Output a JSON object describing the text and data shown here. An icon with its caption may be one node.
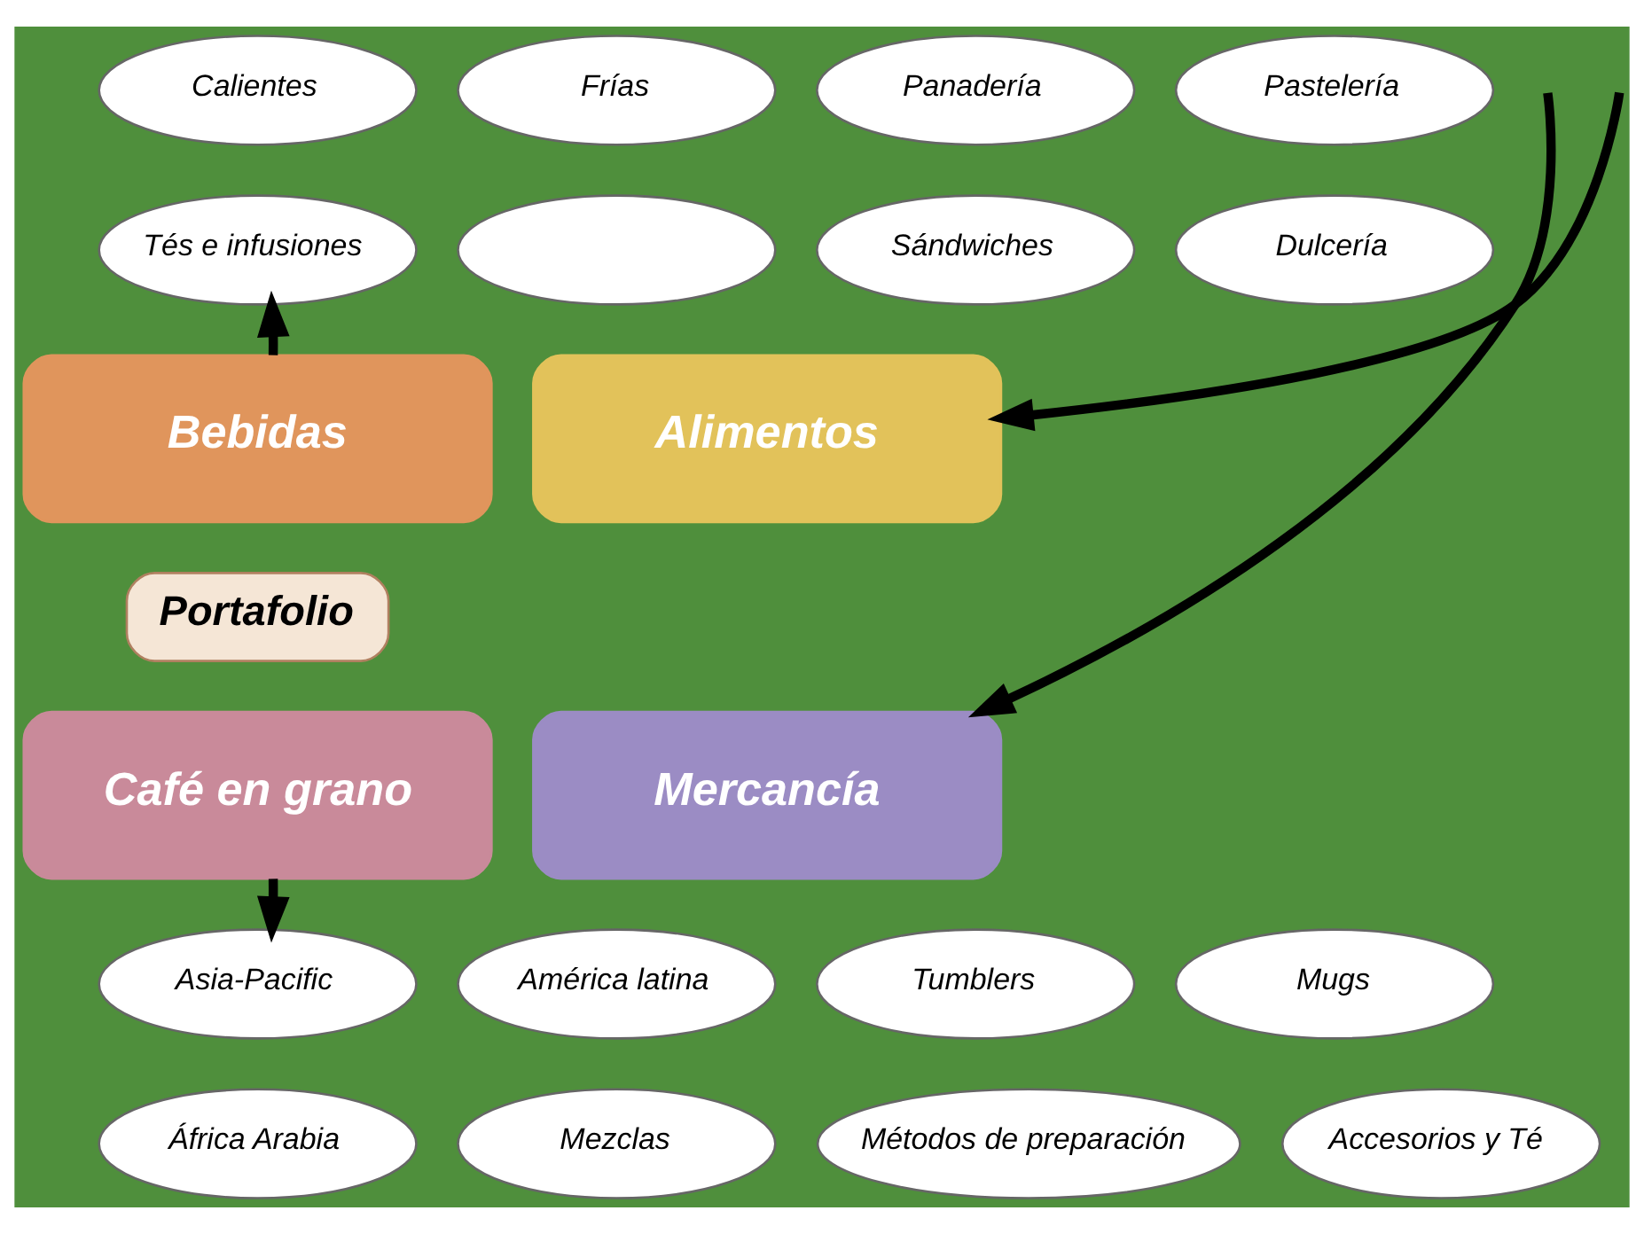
{
  "diagram": {
    "nodes": [
      {
        "text": [
          "Calientes"
        ]
      },
      {
        "text": [
          "Frías"
        ]
      },
      {
        "text": [
          "Panadería"
        ]
      },
      {
        "text": [
          "Pastelería"
        ]
      },
      {
        "text": [
          "Tés e infusiones"
        ]
      },
      {
        "text": [],
        "shape": "ellipse"
      },
      {
        "text": [
          "Sándwiches"
        ]
      },
      {
        "text": [
          "Dulcería"
        ]
      },
      {
        "text": [
          "Bebidas"
        ]
      },
      {
        "text": [
          "Alimentos"
        ]
      },
      {
        "text": [
          "Portafolio"
        ]
      },
      {
        "text": [
          "Café en grano"
        ]
      },
      {
        "text": [
          "Mercancía"
        ]
      },
      {
        "text": [
          "Asia-Pacific"
        ]
      },
      {
        "text": [
          "América latina"
        ]
      },
      {
        "text": [
          "Tumblers"
        ]
      },
      {
        "text": [
          "Mugs"
        ]
      },
      {
        "text": [
          "África Arabia"
        ]
      },
      {
        "text": [
          "Mezclas"
        ]
      },
      {
        "text": [
          "Métodos de preparación"
        ]
      },
      {
        "text": [
          "Accesorios y Té"
        ]
      }
    ],
    "edges": [
      {
        "from": 8,
        "to": 4,
        "arrow": "to"
      },
      {
        "from": 11,
        "to": 13,
        "arrow": "to"
      },
      {
        "from": null,
        "to": 9,
        "arrow": "to"
      },
      {
        "from": null,
        "to": 12,
        "arrow": "to"
      }
    ]
  }
}
